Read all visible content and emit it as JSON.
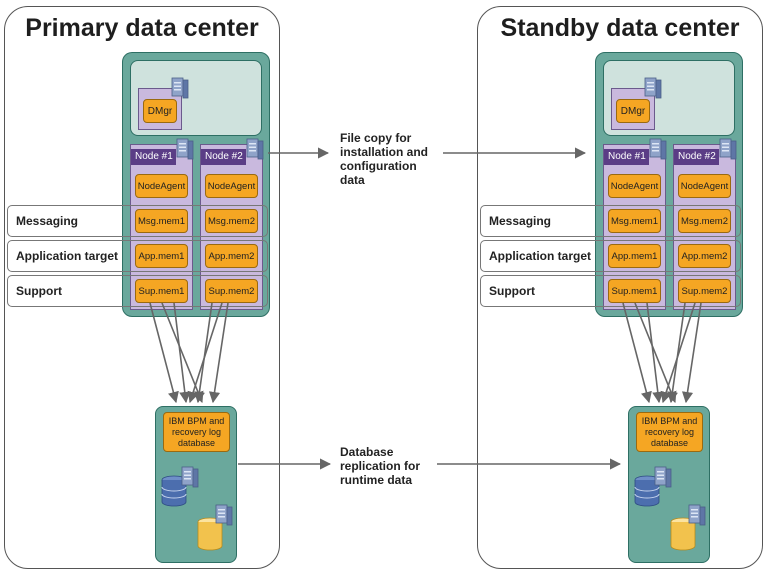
{
  "primary": {
    "title": "Primary data center",
    "dmgr": "DMgr",
    "nodes": [
      {
        "header": "Node #1",
        "agent": "NodeAgent",
        "msg": "Msg.mem1",
        "app": "App.mem1",
        "sup": "Sup.mem1"
      },
      {
        "header": "Node #2",
        "agent": "NodeAgent",
        "msg": "Msg.mem2",
        "app": "App.mem2",
        "sup": "Sup.mem2"
      }
    ],
    "clusters": [
      "Messaging",
      "Application target",
      "Support"
    ],
    "database": "IBM BPM and recovery log database"
  },
  "standby": {
    "title": "Standby data center",
    "dmgr": "DMgr",
    "nodes": [
      {
        "header": "Node #1",
        "agent": "NodeAgent",
        "msg": "Msg.mem1",
        "app": "App.mem1",
        "sup": "Sup.mem1"
      },
      {
        "header": "Node #2",
        "agent": "NodeAgent",
        "msg": "Msg.mem2",
        "app": "App.mem2",
        "sup": "Sup.mem2"
      }
    ],
    "clusters": [
      "Messaging",
      "Application target",
      "Support"
    ],
    "database": "IBM BPM and recovery log database"
  },
  "links": {
    "file_copy": "File copy for installation and configuration data",
    "db_replication": "Database replication for runtime data"
  },
  "colors": {
    "cell_fill": "#6aa89c",
    "dmgr_area": "#cfe2dd",
    "node_fill": "#c9b9de",
    "node_header": "#5b3d86",
    "member_box": "#f5a623",
    "arrow": "#666666"
  },
  "icons": [
    "server-icon",
    "database-icon"
  ]
}
